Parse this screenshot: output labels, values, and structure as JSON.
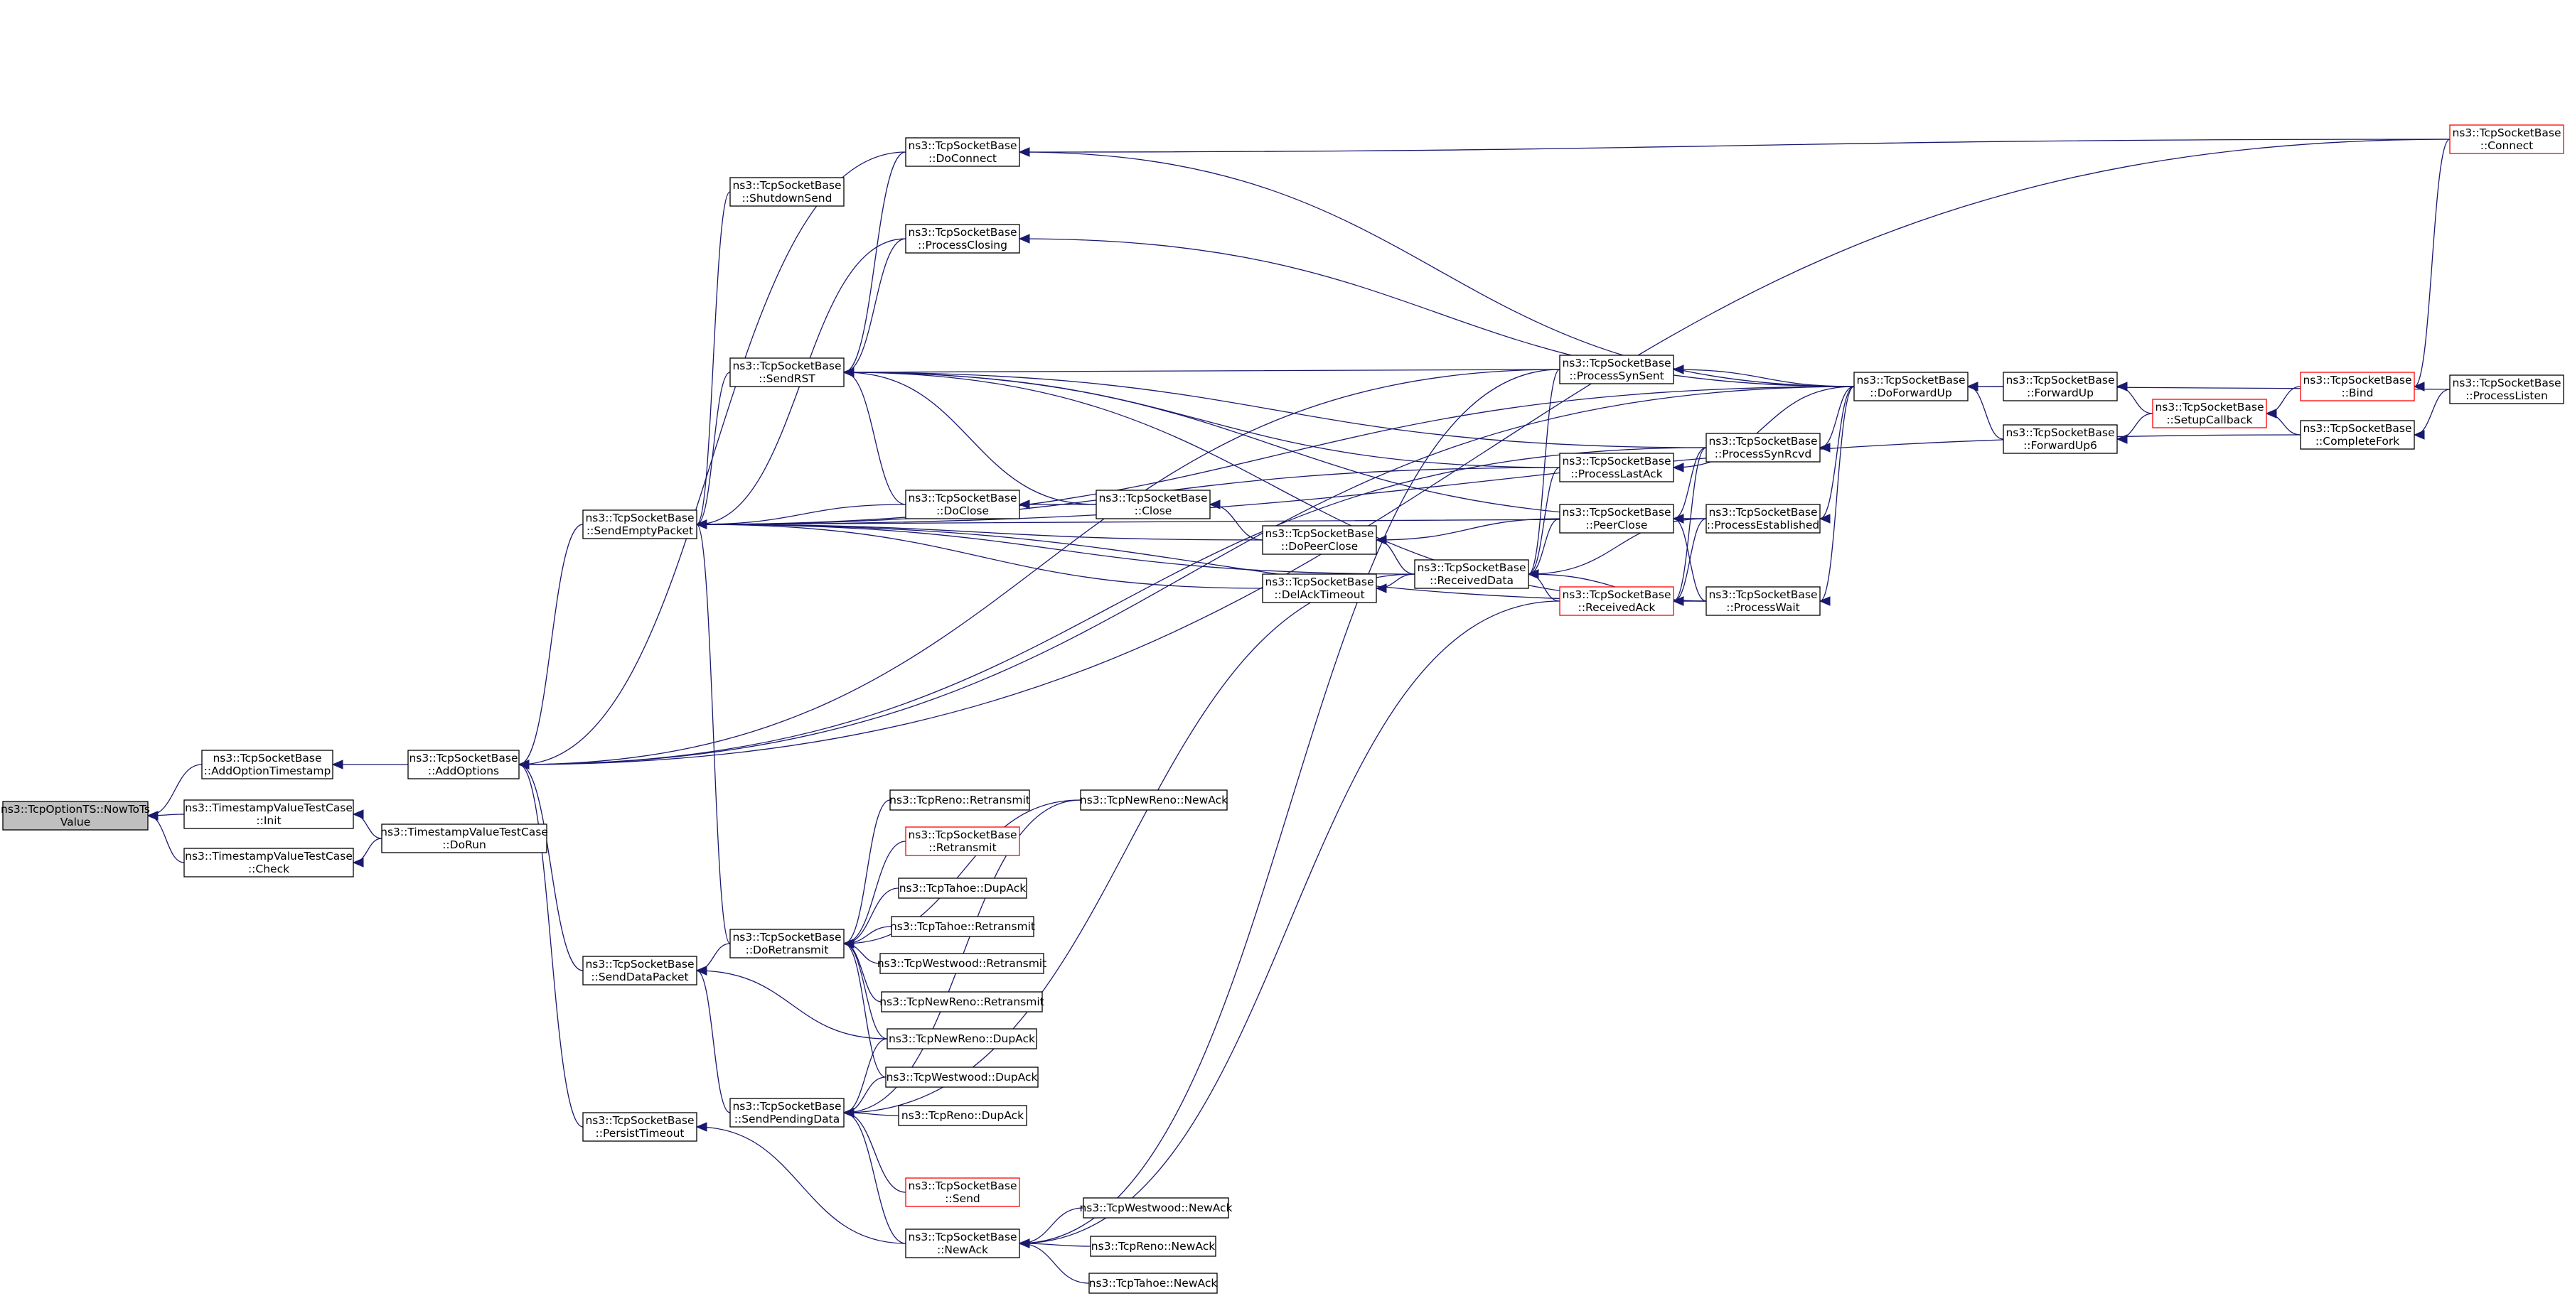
{
  "graph": {
    "colors": {
      "edge": "#191970",
      "node_border": "#000000",
      "highlight_border": "#ff0000",
      "root_fill": "#bfbfbf"
    },
    "nodes": [
      {
        "id": "root",
        "lines": [
          "ns3::TcpOptionTS::NowToTs",
          "Value"
        ],
        "style": "root"
      },
      {
        "id": "addOptTs",
        "lines": [
          "ns3::TcpSocketBase",
          "::AddOptionTimestamp"
        ]
      },
      {
        "id": "tvInit",
        "lines": [
          "ns3::TimestampValueTestCase",
          "::Init"
        ]
      },
      {
        "id": "tvCheck",
        "lines": [
          "ns3::TimestampValueTestCase",
          "::Check"
        ]
      },
      {
        "id": "addOptions",
        "lines": [
          "ns3::TcpSocketBase",
          "::AddOptions"
        ]
      },
      {
        "id": "tvDoRun",
        "lines": [
          "ns3::TimestampValueTestCase",
          "::DoRun"
        ]
      },
      {
        "id": "sendEmpty",
        "lines": [
          "ns3::TcpSocketBase",
          "::SendEmptyPacket"
        ]
      },
      {
        "id": "sendData",
        "lines": [
          "ns3::TcpSocketBase",
          "::SendDataPacket"
        ]
      },
      {
        "id": "persist",
        "lines": [
          "ns3::TcpSocketBase",
          "::PersistTimeout"
        ]
      },
      {
        "id": "shutdown",
        "lines": [
          "ns3::TcpSocketBase",
          "::ShutdownSend"
        ]
      },
      {
        "id": "sendRST",
        "lines": [
          "ns3::TcpSocketBase",
          "::SendRST"
        ]
      },
      {
        "id": "doRetx",
        "lines": [
          "ns3::TcpSocketBase",
          "::DoRetransmit"
        ]
      },
      {
        "id": "sendPending",
        "lines": [
          "ns3::TcpSocketBase",
          "::SendPendingData"
        ]
      },
      {
        "id": "doConnect",
        "lines": [
          "ns3::TcpSocketBase",
          "::DoConnect"
        ]
      },
      {
        "id": "procClosing",
        "lines": [
          "ns3::TcpSocketBase",
          "::ProcessClosing"
        ]
      },
      {
        "id": "doClose",
        "lines": [
          "ns3::TcpSocketBase",
          "::DoClose"
        ]
      },
      {
        "id": "renoRetx",
        "lines": [
          "ns3::TcpReno::Retransmit"
        ]
      },
      {
        "id": "baseRetx",
        "lines": [
          "ns3::TcpSocketBase",
          "::Retransmit"
        ],
        "style": "red"
      },
      {
        "id": "tahoeDup",
        "lines": [
          "ns3::TcpTahoe::DupAck"
        ]
      },
      {
        "id": "tahoeRetx",
        "lines": [
          "ns3::TcpTahoe::Retransmit"
        ]
      },
      {
        "id": "westRetx",
        "lines": [
          "ns3::TcpWestwood::Retransmit"
        ]
      },
      {
        "id": "nrRetx",
        "lines": [
          "ns3::TcpNewReno::Retransmit"
        ]
      },
      {
        "id": "nrDup",
        "lines": [
          "ns3::TcpNewReno::DupAck"
        ]
      },
      {
        "id": "westDup",
        "lines": [
          "ns3::TcpWestwood::DupAck"
        ]
      },
      {
        "id": "renoDup",
        "lines": [
          "ns3::TcpReno::DupAck"
        ]
      },
      {
        "id": "send",
        "lines": [
          "ns3::TcpSocketBase",
          "::Send"
        ],
        "style": "red"
      },
      {
        "id": "newAck",
        "lines": [
          "ns3::TcpSocketBase",
          "::NewAck"
        ]
      },
      {
        "id": "nrNewAck",
        "lines": [
          "ns3::TcpNewReno::NewAck"
        ]
      },
      {
        "id": "close",
        "lines": [
          "ns3::TcpSocketBase",
          "::Close"
        ]
      },
      {
        "id": "doPeerClose",
        "lines": [
          "ns3::TcpSocketBase",
          "::DoPeerClose"
        ]
      },
      {
        "id": "delAck",
        "lines": [
          "ns3::TcpSocketBase",
          "::DelAckTimeout"
        ]
      },
      {
        "id": "westNewAck",
        "lines": [
          "ns3::TcpWestwood::NewAck"
        ]
      },
      {
        "id": "renoNewAck",
        "lines": [
          "ns3::TcpReno::NewAck"
        ]
      },
      {
        "id": "tahoeNewAck",
        "lines": [
          "ns3::TcpTahoe::NewAck"
        ]
      },
      {
        "id": "recvData",
        "lines": [
          "ns3::TcpSocketBase",
          "::ReceivedData"
        ]
      },
      {
        "id": "synSent",
        "lines": [
          "ns3::TcpSocketBase",
          "::ProcessSynSent"
        ]
      },
      {
        "id": "lastAck",
        "lines": [
          "ns3::TcpSocketBase",
          "::ProcessLastAck"
        ]
      },
      {
        "id": "peerClose",
        "lines": [
          "ns3::TcpSocketBase",
          "::PeerClose"
        ]
      },
      {
        "id": "recvAck",
        "lines": [
          "ns3::TcpSocketBase",
          "::ReceivedAck"
        ],
        "style": "red"
      },
      {
        "id": "synRcvd",
        "lines": [
          "ns3::TcpSocketBase",
          "::ProcessSynRcvd"
        ]
      },
      {
        "id": "established",
        "lines": [
          "ns3::TcpSocketBase",
          "::ProcessEstablished"
        ]
      },
      {
        "id": "wait",
        "lines": [
          "ns3::TcpSocketBase",
          "::ProcessWait"
        ]
      },
      {
        "id": "doFwdUp",
        "lines": [
          "ns3::TcpSocketBase",
          "::DoForwardUp"
        ]
      },
      {
        "id": "fwdUp",
        "lines": [
          "ns3::TcpSocketBase",
          "::ForwardUp"
        ]
      },
      {
        "id": "fwdUp6",
        "lines": [
          "ns3::TcpSocketBase",
          "::ForwardUp6"
        ]
      },
      {
        "id": "setupCb",
        "lines": [
          "ns3::TcpSocketBase",
          "::SetupCallback"
        ],
        "style": "red"
      },
      {
        "id": "bind",
        "lines": [
          "ns3::TcpSocketBase",
          "::Bind"
        ],
        "style": "red"
      },
      {
        "id": "completeFork",
        "lines": [
          "ns3::TcpSocketBase",
          "::CompleteFork"
        ]
      },
      {
        "id": "connect",
        "lines": [
          "ns3::TcpSocketBase",
          "::Connect"
        ],
        "style": "red"
      },
      {
        "id": "procListen",
        "lines": [
          "ns3::TcpSocketBase",
          "::ProcessListen"
        ]
      }
    ],
    "edges": [
      [
        "addOptTs",
        "root"
      ],
      [
        "tvInit",
        "root"
      ],
      [
        "tvCheck",
        "root"
      ],
      [
        "addOptions",
        "addOptTs"
      ],
      [
        "tvDoRun",
        "tvInit"
      ],
      [
        "tvDoRun",
        "tvCheck"
      ],
      [
        "sendEmpty",
        "addOptions"
      ],
      [
        "sendData",
        "addOptions"
      ],
      [
        "persist",
        "addOptions"
      ],
      [
        "doConnect",
        "addOptions"
      ],
      [
        "synSent",
        "addOptions"
      ],
      [
        "synRcvd",
        "addOptions"
      ],
      [
        "doFwdUp",
        "addOptions"
      ],
      [
        "connect",
        "addOptions"
      ],
      [
        "shutdown",
        "sendEmpty"
      ],
      [
        "sendRST",
        "sendEmpty"
      ],
      [
        "doRetx",
        "sendEmpty"
      ],
      [
        "doClose",
        "sendEmpty"
      ],
      [
        "lastAck",
        "sendEmpty"
      ],
      [
        "doPeerClose",
        "sendEmpty"
      ],
      [
        "delAck",
        "sendEmpty"
      ],
      [
        "recvData",
        "sendEmpty"
      ],
      [
        "wait",
        "sendEmpty"
      ],
      [
        "established",
        "sendEmpty"
      ],
      [
        "procClosing",
        "sendEmpty"
      ],
      [
        "doFwdUp",
        "sendEmpty"
      ],
      [
        "completeFork",
        "sendEmpty"
      ],
      [
        "doConnect",
        "sendRST"
      ],
      [
        "procClosing",
        "sendRST"
      ],
      [
        "doClose",
        "sendRST"
      ],
      [
        "close",
        "sendRST"
      ],
      [
        "synSent",
        "sendRST"
      ],
      [
        "lastAck",
        "sendRST"
      ],
      [
        "synRcvd",
        "sendRST"
      ],
      [
        "established",
        "sendRST"
      ],
      [
        "wait",
        "sendRST"
      ],
      [
        "doRetx",
        "sendData"
      ],
      [
        "sendPending",
        "sendData"
      ],
      [
        "nrDup",
        "sendData"
      ],
      [
        "renoRetx",
        "doRetx"
      ],
      [
        "baseRetx",
        "doRetx"
      ],
      [
        "tahoeDup",
        "doRetx"
      ],
      [
        "tahoeRetx",
        "doRetx"
      ],
      [
        "westRetx",
        "doRetx"
      ],
      [
        "nrRetx",
        "doRetx"
      ],
      [
        "nrDup",
        "doRetx"
      ],
      [
        "westDup",
        "doRetx"
      ],
      [
        "nrNewAck",
        "doRetx"
      ],
      [
        "nrDup",
        "sendPending"
      ],
      [
        "westDup",
        "sendPending"
      ],
      [
        "renoDup",
        "sendPending"
      ],
      [
        "send",
        "sendPending"
      ],
      [
        "newAck",
        "sendPending"
      ],
      [
        "recvData",
        "sendPending"
      ],
      [
        "nrNewAck",
        "sendPending"
      ],
      [
        "newAck",
        "persist"
      ],
      [
        "westNewAck",
        "newAck"
      ],
      [
        "renoNewAck",
        "newAck"
      ],
      [
        "tahoeNewAck",
        "newAck"
      ],
      [
        "recvAck",
        "newAck"
      ],
      [
        "synSent",
        "newAck"
      ],
      [
        "close",
        "doClose"
      ],
      [
        "doPeerClose",
        "close"
      ],
      [
        "recvData",
        "doPeerClose"
      ],
      [
        "peerClose",
        "doPeerClose"
      ],
      [
        "recvData",
        "delAck"
      ],
      [
        "synSent",
        "recvData"
      ],
      [
        "lastAck",
        "recvData"
      ],
      [
        "peerClose",
        "recvData"
      ],
      [
        "recvAck",
        "recvData"
      ],
      [
        "established",
        "recvData"
      ],
      [
        "wait",
        "recvData"
      ],
      [
        "wait",
        "recvAck"
      ],
      [
        "synRcvd",
        "recvAck"
      ],
      [
        "established",
        "recvAck"
      ],
      [
        "synRcvd",
        "peerClose"
      ],
      [
        "established",
        "peerClose"
      ],
      [
        "wait",
        "peerClose"
      ],
      [
        "doFwdUp",
        "synSent"
      ],
      [
        "doFwdUp",
        "lastAck"
      ],
      [
        "doFwdUp",
        "synRcvd"
      ],
      [
        "doFwdUp",
        "established"
      ],
      [
        "doFwdUp",
        "wait"
      ],
      [
        "doFwdUp",
        "procClosing"
      ],
      [
        "doFwdUp",
        "doConnect"
      ],
      [
        "fwdUp",
        "doFwdUp"
      ],
      [
        "fwdUp6",
        "doFwdUp"
      ],
      [
        "procListen",
        "doFwdUp"
      ],
      [
        "setupCb",
        "fwdUp"
      ],
      [
        "setupCb",
        "fwdUp6"
      ],
      [
        "bind",
        "setupCb"
      ],
      [
        "completeFork",
        "setupCb"
      ],
      [
        "connect",
        "bind"
      ],
      [
        "procListen",
        "completeFork"
      ],
      [
        "connect",
        "doConnect"
      ]
    ]
  }
}
